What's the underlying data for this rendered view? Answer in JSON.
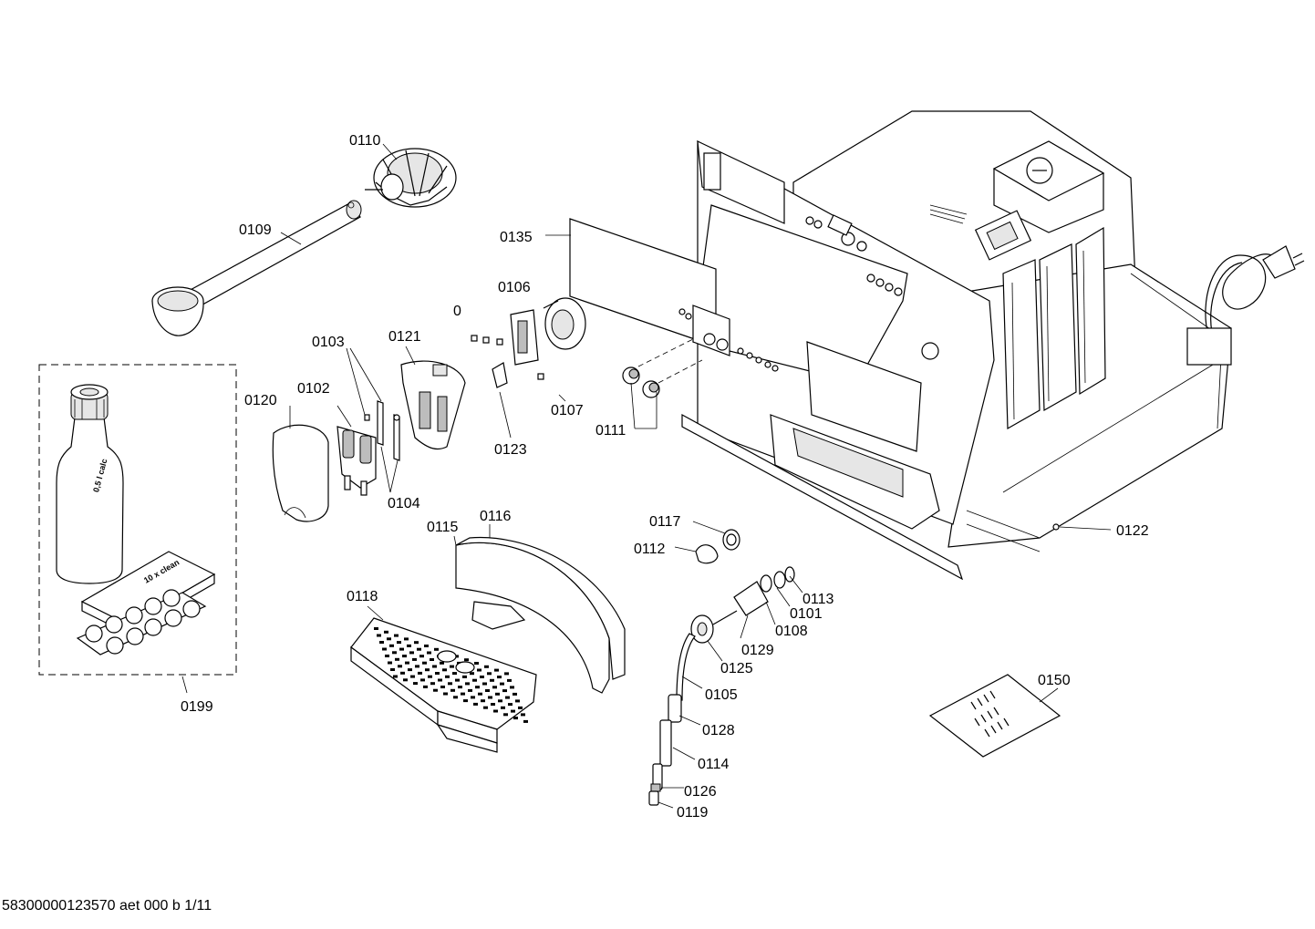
{
  "diagram": {
    "footer": "58300000123570 aet 000 b 1/11",
    "bottle_text": "0,5 l calc",
    "box_text": "10 x clean",
    "callouts": [
      {
        "id": "0110",
        "text": "0110"
      },
      {
        "id": "0109",
        "text": "0109"
      },
      {
        "id": "0135",
        "text": "0135"
      },
      {
        "id": "0106",
        "text": "0106"
      },
      {
        "id": "0",
        "text": "0"
      },
      {
        "id": "0103",
        "text": "0103"
      },
      {
        "id": "0121",
        "text": "0121"
      },
      {
        "id": "0120",
        "text": "0120"
      },
      {
        "id": "0102",
        "text": "0102"
      },
      {
        "id": "0107",
        "text": "0107"
      },
      {
        "id": "0111",
        "text": "0111"
      },
      {
        "id": "0123",
        "text": "0123"
      },
      {
        "id": "0104",
        "text": "0104"
      },
      {
        "id": "0116",
        "text": "0116"
      },
      {
        "id": "0115",
        "text": "0115"
      },
      {
        "id": "0117",
        "text": "0117"
      },
      {
        "id": "0112",
        "text": "0112"
      },
      {
        "id": "0122",
        "text": "0122"
      },
      {
        "id": "0113",
        "text": "0113"
      },
      {
        "id": "0101",
        "text": "0101"
      },
      {
        "id": "0108",
        "text": "0108"
      },
      {
        "id": "0118",
        "text": "0118"
      },
      {
        "id": "0129",
        "text": "0129"
      },
      {
        "id": "0125",
        "text": "0125"
      },
      {
        "id": "0105",
        "text": "0105"
      },
      {
        "id": "0150",
        "text": "0150"
      },
      {
        "id": "0128",
        "text": "0128"
      },
      {
        "id": "0114",
        "text": "0114"
      },
      {
        "id": "0126",
        "text": "0126"
      },
      {
        "id": "0119",
        "text": "0119"
      },
      {
        "id": "0199",
        "text": "0199"
      }
    ]
  }
}
